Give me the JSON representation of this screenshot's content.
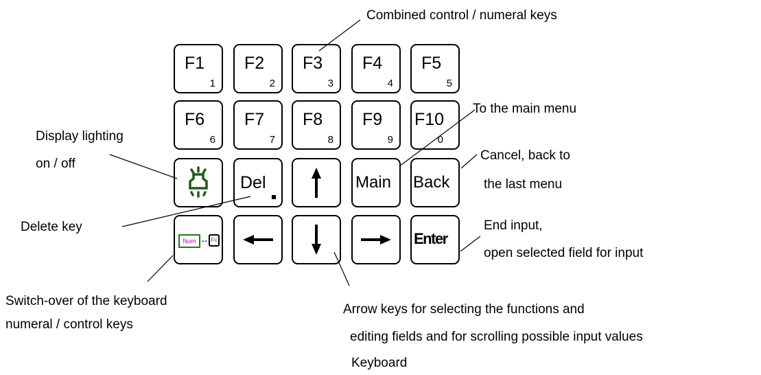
{
  "keys": {
    "f1": {
      "main": "F1",
      "sub": "1"
    },
    "f2": {
      "main": "F2",
      "sub": "2"
    },
    "f3": {
      "main": "F3",
      "sub": "3"
    },
    "f4": {
      "main": "F4",
      "sub": "4"
    },
    "f5": {
      "main": "F5",
      "sub": "5"
    },
    "f6": {
      "main": "F6",
      "sub": "6"
    },
    "f7": {
      "main": "F7",
      "sub": "7"
    },
    "f8": {
      "main": "F8",
      "sub": "8"
    },
    "f9": {
      "main": "F9",
      "sub": "9"
    },
    "f10": {
      "main": "F10",
      "sub": "0"
    },
    "lighting": {
      "icon": "light-bulb-icon"
    },
    "del": {
      "main": "Del"
    },
    "up": {
      "icon": "arrow-up-icon"
    },
    "main_menu": {
      "main": "Main"
    },
    "back": {
      "main": "Back"
    },
    "switch": {
      "icon": "num-fx-switch-icon",
      "num": "Num",
      "fx": "Fx"
    },
    "left": {
      "icon": "arrow-left-icon"
    },
    "down": {
      "icon": "arrow-down-icon"
    },
    "right": {
      "icon": "arrow-right-icon"
    },
    "enter": {
      "main": "Enter"
    }
  },
  "labels": {
    "combined": "Combined control / numeral keys",
    "main_menu": "To the main menu",
    "lighting_1": "Display lighting",
    "lighting_2": "on / off",
    "cancel_1": "Cancel, back to",
    "cancel_2": "the last menu",
    "delete": "Delete key",
    "end_input_1": "End input,",
    "end_input_2": "open selected field for input",
    "switch_1": "Switch-over of the keyboard",
    "switch_2": "numeral / control keys",
    "arrows_1": "Arrow keys for selecting the functions and",
    "arrows_2": "editing fields and for scrolling possible input values",
    "caption": "Keyboard"
  },
  "colors": {
    "lighting_icon": "#1e5c1e",
    "num_text": "#c000c0",
    "fx_text": "#1e7a1e",
    "switch_border": "#1e7a1e"
  }
}
